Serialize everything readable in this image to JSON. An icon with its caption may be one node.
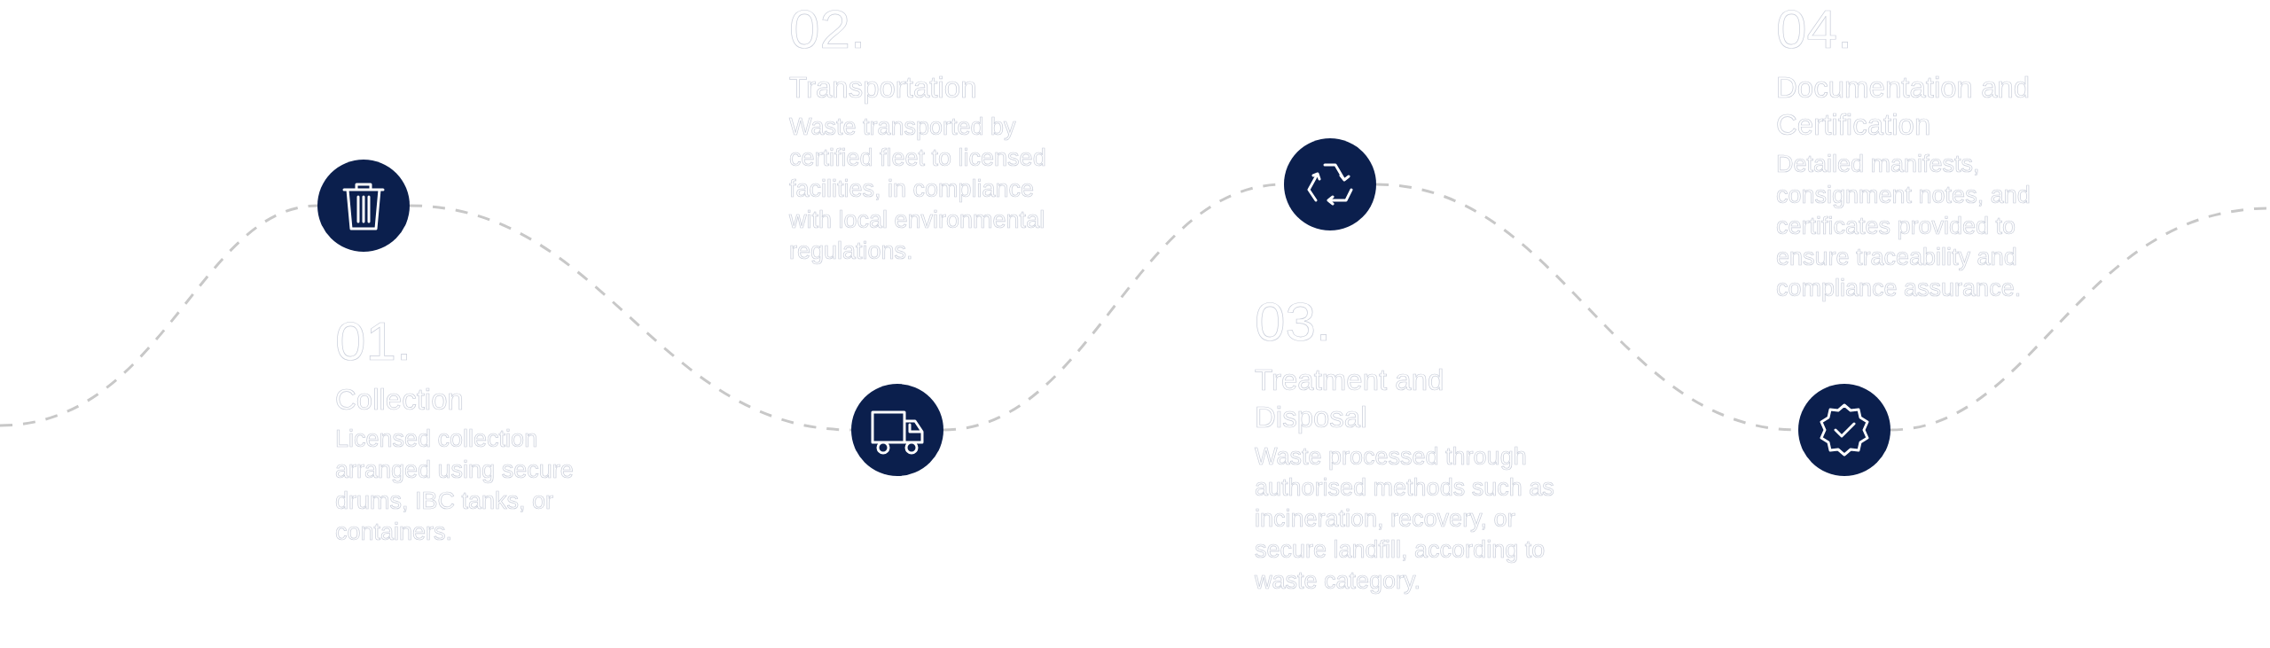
{
  "diagram": {
    "nodes": [
      {
        "text": [],
        "shape": "circle",
        "beside": [
          "01.",
          "Collection",
          "Licensed collection arranged using secure drums, IBC tanks, or containers."
        ]
      },
      {
        "text": [],
        "shape": "circle",
        "beside": [
          "02.",
          "Transportation",
          "Waste transported by certified fleet to licensed facilities, in compliance with local environmental regulations."
        ]
      },
      {
        "text": [],
        "shape": "circle",
        "beside": [
          "03.",
          "Treatment and Disposal",
          "Waste processed through authorised methods such as incineration, recovery, or secure landfill, according to waste category."
        ]
      },
      {
        "text": [],
        "shape": "circle",
        "beside": [
          "04.",
          "Documentation and Certification",
          "Detailed manifests, consignment notes, and certificates provided to ensure traceability and compliance assurance."
        ]
      }
    ],
    "edges": [
      {
        "from": null,
        "to": 0,
        "arrow": "none",
        "style": "dashed"
      },
      {
        "from": 0,
        "to": 1,
        "arrow": "none",
        "style": "dashed"
      },
      {
        "from": 1,
        "to": 2,
        "arrow": "none",
        "style": "dashed"
      },
      {
        "from": 2,
        "to": 3,
        "arrow": "none",
        "style": "dashed"
      },
      {
        "from": 3,
        "to": null,
        "arrow": "none",
        "style": "dashed"
      }
    ]
  }
}
